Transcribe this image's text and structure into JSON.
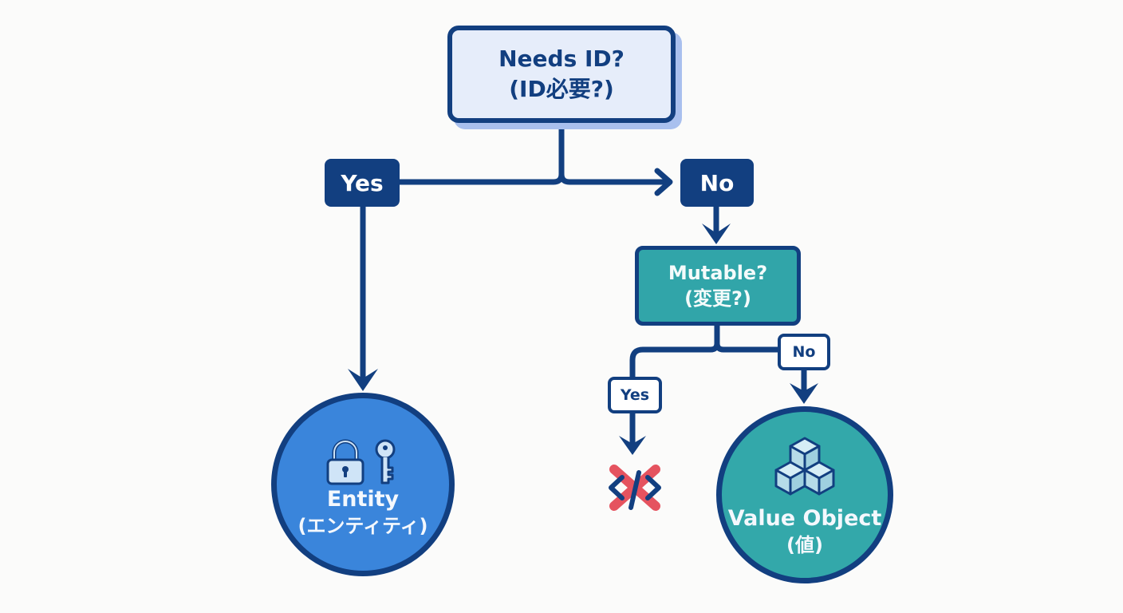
{
  "diagram": {
    "title": "Entity vs Value Object decision flowchart",
    "root": {
      "question": "Needs ID?",
      "question_ja": "(ID必要?)"
    },
    "root_branches": {
      "yes_label": "Yes",
      "no_label": "No"
    },
    "mutable": {
      "question": "Mutable?",
      "question_ja": "(変更?)"
    },
    "mutable_branches": {
      "yes_label": "Yes",
      "no_label": "No"
    },
    "outcomes": {
      "entity": {
        "label": "Entity",
        "label_ja": "(エンティティ)",
        "icons": [
          "lock-icon",
          "key-icon"
        ]
      },
      "value_object": {
        "label": "Value Object",
        "label_ja": "(値)",
        "icons": [
          "cubes-icon"
        ]
      },
      "invalid": {
        "icon": "crossed-code-icon"
      }
    },
    "colors": {
      "navy": "#123f80",
      "root_fill": "#e6edfa",
      "root_shadow": "#a9c0ee",
      "teal": "#33a8aa",
      "entity_blue": "#3a85db",
      "invalid_red": "#e5535f",
      "background": "#fbfbfa"
    }
  }
}
